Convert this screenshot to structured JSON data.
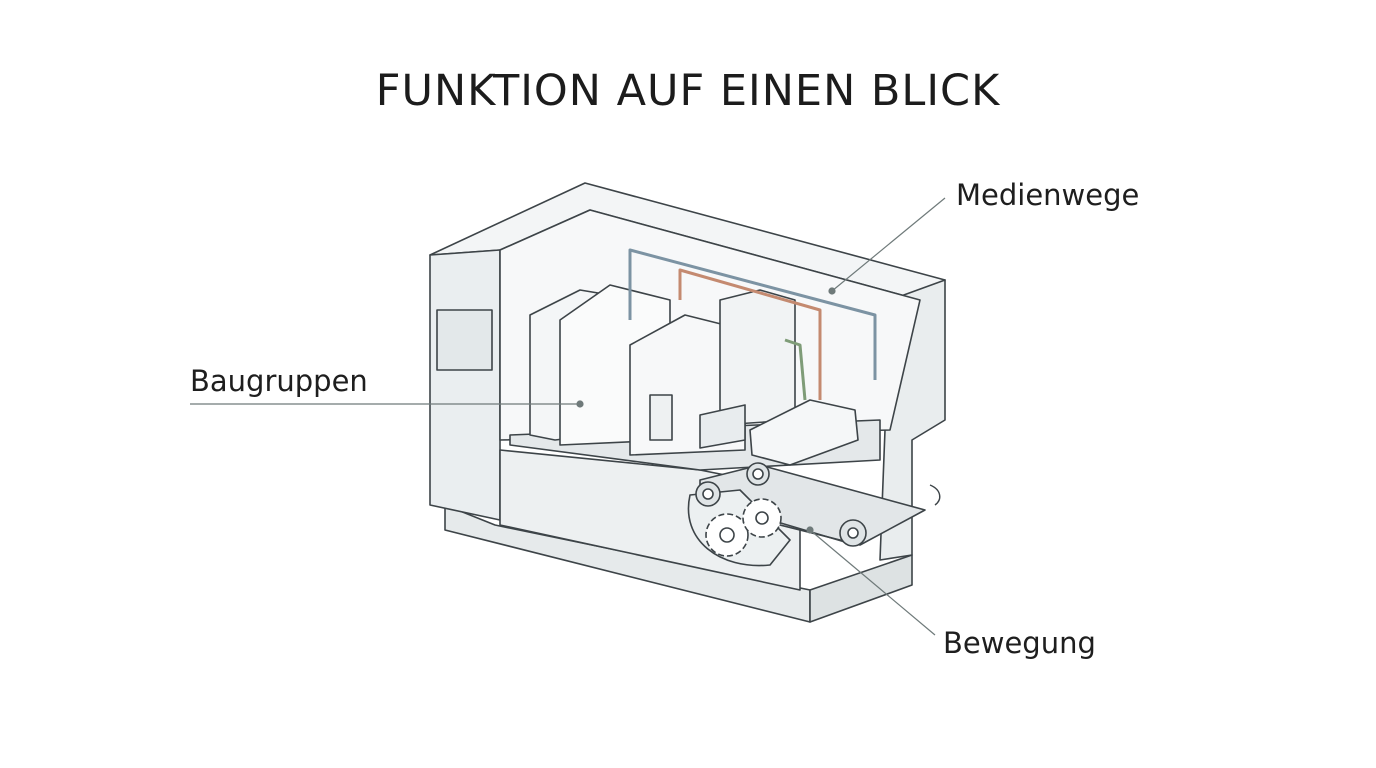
{
  "title": "FUNKTION AUF EINEN BLICK",
  "labels": {
    "medienwege": "Medienwege",
    "baugruppen": "Baugruppen",
    "bewegung": "Bewegung"
  },
  "colors": {
    "outline": "#3d4448",
    "fill": "#eef1f2",
    "pipe_blue": "#7c93a3",
    "pipe_copper": "#c48a70",
    "pipe_green": "#7f9c78",
    "leader": "#6f7a7a"
  }
}
